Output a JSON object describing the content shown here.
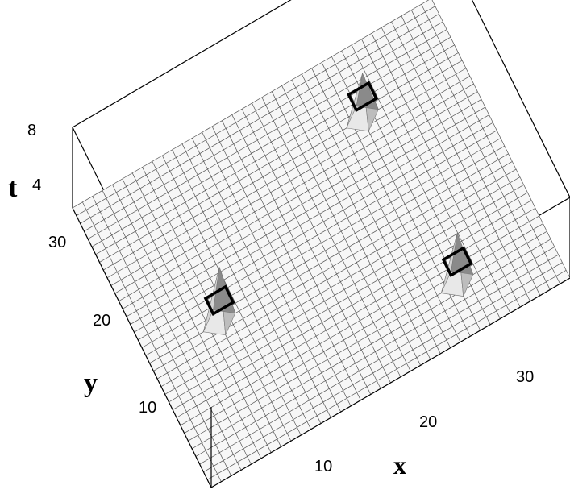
{
  "chart_data": {
    "type": "surface3d",
    "title": "",
    "xlabel": "x",
    "ylabel": "y",
    "zlabel": "t",
    "x_ticks": [
      10,
      20,
      30
    ],
    "y_ticks": [
      10,
      20,
      30
    ],
    "z_ticks": [
      4,
      8
    ],
    "xlim": [
      0,
      36
    ],
    "ylim": [
      0,
      36
    ],
    "zlim": [
      0,
      8
    ],
    "grid_size": 36,
    "base_level": 0,
    "peaks": [
      {
        "x": 7,
        "y": 16,
        "height": 5.5
      },
      {
        "x": 26,
        "y": 28,
        "height": 4.5
      },
      {
        "x": 27,
        "y": 6,
        "height": 5.0
      }
    ],
    "highlight_squares": [
      {
        "x": 7,
        "y": 16
      },
      {
        "x": 26,
        "y": 28
      },
      {
        "x": 27,
        "y": 6
      }
    ],
    "colors": {
      "mesh": "#555555",
      "box": "#000000",
      "square": "#000000"
    }
  }
}
